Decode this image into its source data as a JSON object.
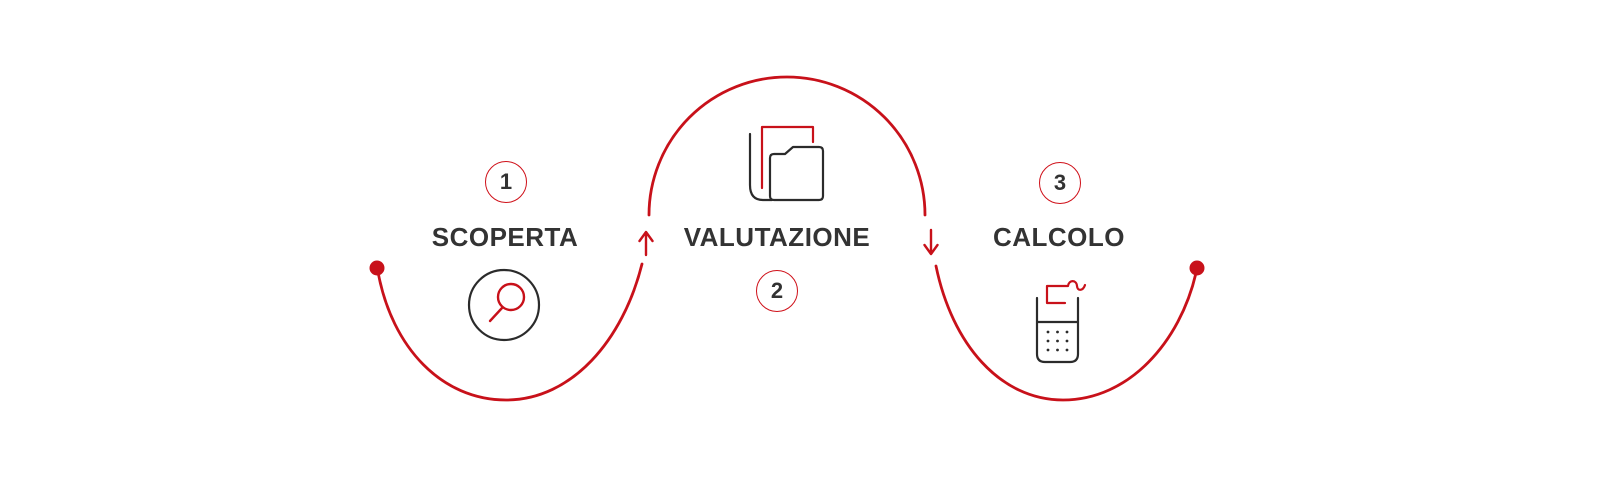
{
  "diagram": {
    "steps": [
      {
        "number": "1",
        "label": "SCOPERTA",
        "icon": "magnifier-icon"
      },
      {
        "number": "2",
        "label": "VALUTAZIONE",
        "icon": "folder-icon"
      },
      {
        "number": "3",
        "label": "CALCOLO",
        "icon": "calculator-icon"
      }
    ],
    "flow": {
      "shape": "wave-left-to-right",
      "arrows": [
        "up",
        "down"
      ],
      "endpoints": [
        "start-dot",
        "end-dot"
      ]
    },
    "colors": {
      "accent_red": "#c8111a",
      "text_dark": "#333333",
      "icon_dark": "#2b2b2b",
      "background": "#ffffff"
    }
  }
}
